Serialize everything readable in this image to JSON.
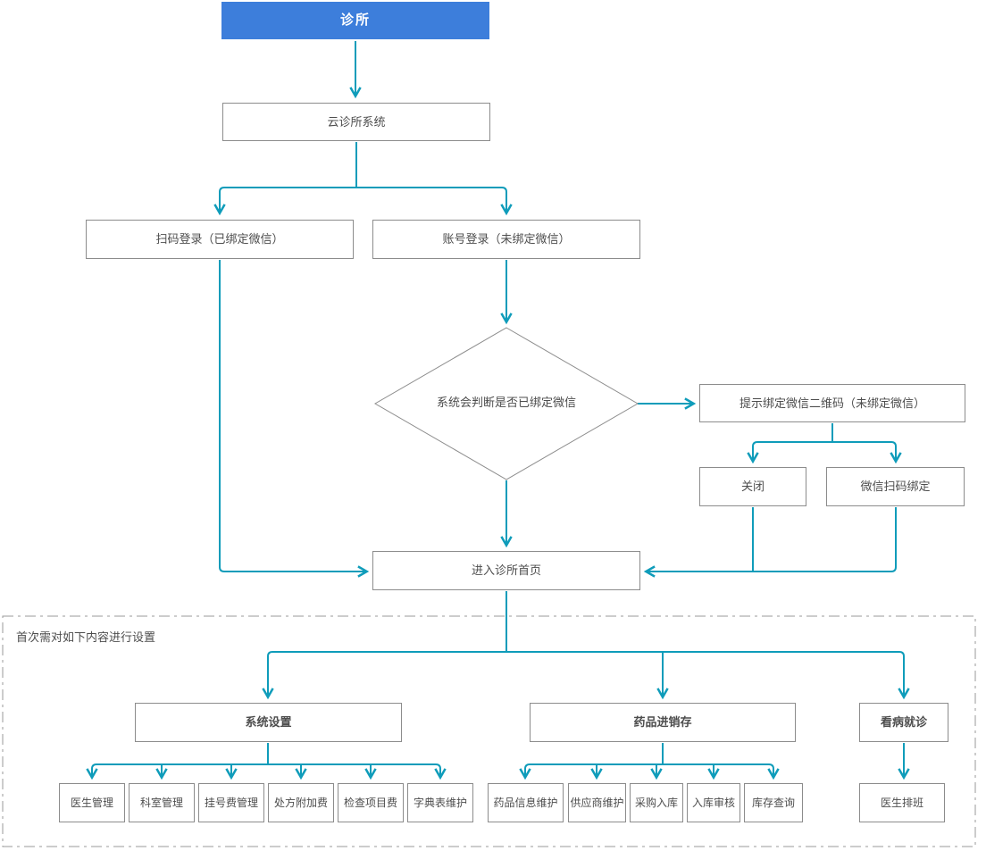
{
  "palette": {
    "accent_blue": "#3d7edb",
    "arrow_teal": "#0f9cba",
    "box_border": "#8c8c8c",
    "text": "#4d4d4d",
    "dash_border": "#9a9a9a"
  },
  "nodes": {
    "clinic": "诊所",
    "cloud_system": "云诊所系统",
    "scan_login": "扫码登录（已绑定微信）",
    "account_login": "账号登录（未绑定微信）",
    "judge_wechat_bound": "系统会判断是否已绑定微信",
    "prompt_bind_qr": "提示绑定微信二维码（未绑定微信）",
    "close": "关闭",
    "wechat_scan_bind": "微信扫码绑定",
    "enter_clinic_home": "进入诊所首页",
    "setup_note": "首次需对如下内容进行设置",
    "system_settings": "系统设置",
    "drug_inventory": "药品进销存",
    "see_doctor": "看病就诊",
    "system_children": [
      "医生管理",
      "科室管理",
      "挂号费管理",
      "处方附加费",
      "检查项目费",
      "字典表维护"
    ],
    "drug_children": [
      "药品信息维护",
      "供应商维护",
      "采购入库",
      "入库审核",
      "库存查询"
    ],
    "visit_children": [
      "医生排班"
    ]
  }
}
